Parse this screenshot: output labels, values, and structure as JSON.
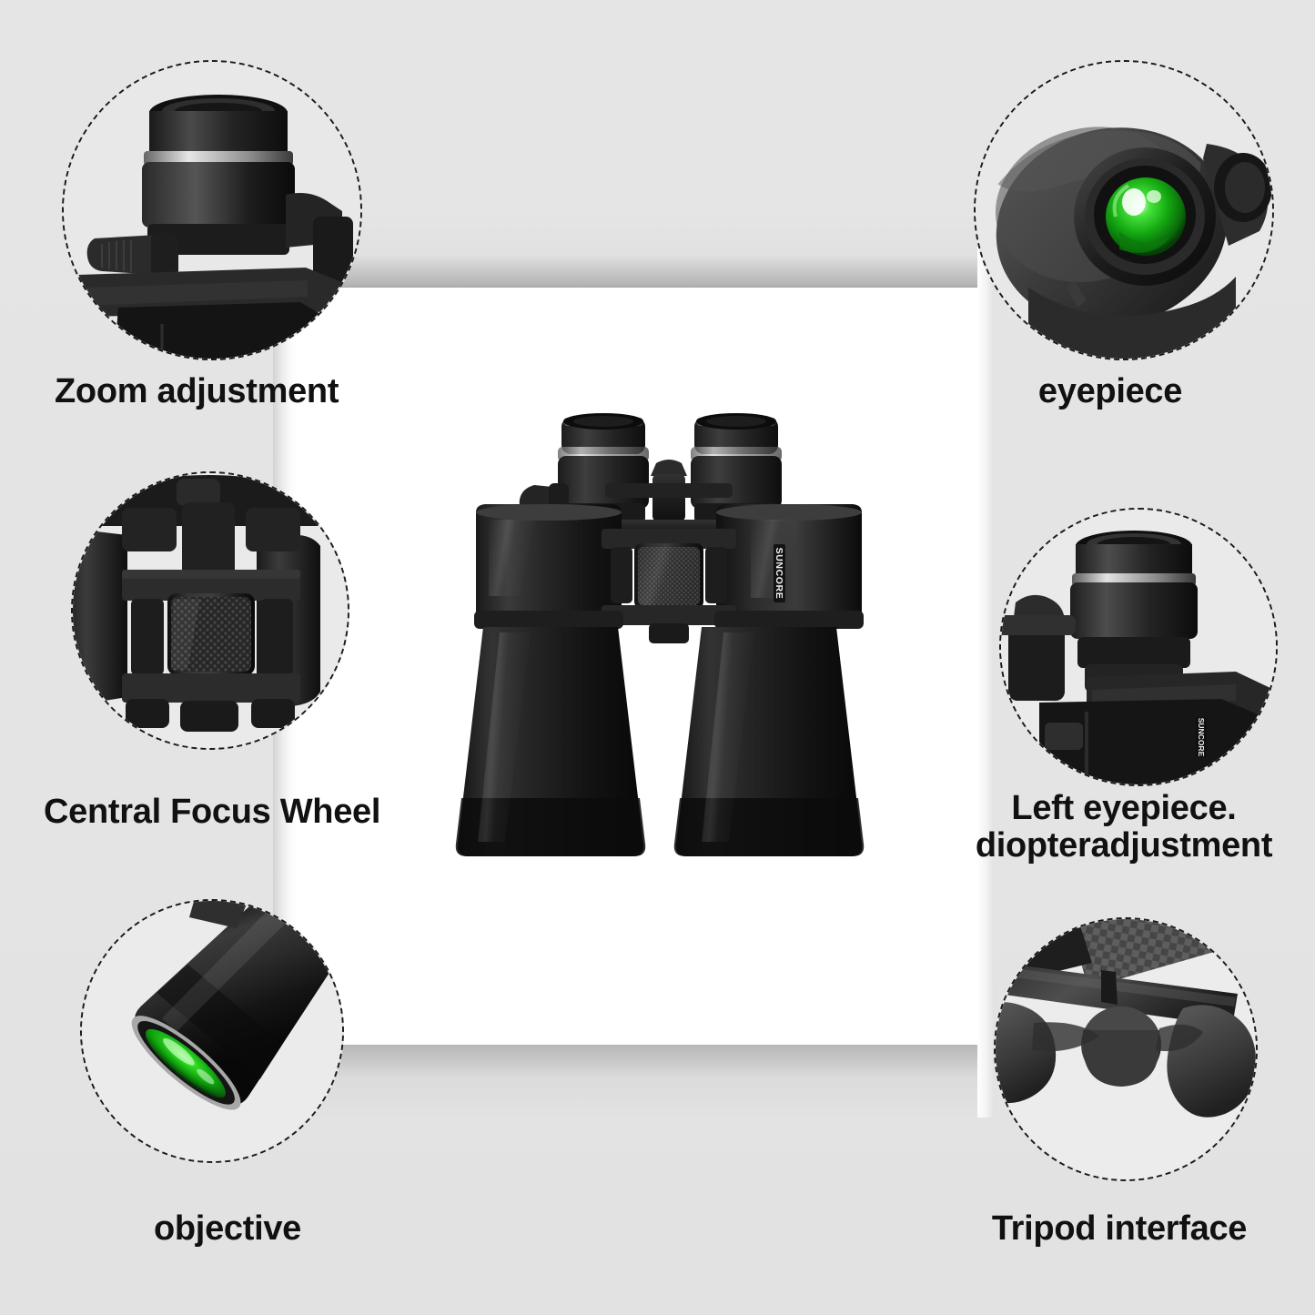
{
  "page": {
    "type": "product-feature-infographic",
    "product": "binoculars",
    "background_color": "#e4e4e4",
    "panel_color": "#ffffff"
  },
  "product": {
    "brand_text": "SUNCORE",
    "body_color": "#1b1b1b",
    "lens_coating_color": "#18c814"
  },
  "callouts": [
    {
      "id": "zoom-adjustment",
      "label": "Zoom adjustment",
      "detail": "eyepiece barrel with zoom lever and tripod bracket",
      "position": "top-left"
    },
    {
      "id": "eyepiece",
      "label": "eyepiece",
      "detail": "eyecup with bright green coated ocular lens",
      "position": "top-right"
    },
    {
      "id": "central-focus-wheel",
      "label": "Central Focus Wheel",
      "detail": "knurled center focus wheel between the barrels",
      "position": "middle-left"
    },
    {
      "id": "left-eyepiece-diopter",
      "label": "Left eyepiece.\ndiopteradjustment",
      "detail": "left eyepiece with diopter adjustment ring",
      "position": "middle-right"
    },
    {
      "id": "objective",
      "label": "objective",
      "detail": "objective barrel with green coated front lens",
      "position": "bottom-left"
    },
    {
      "id": "tripod-interface",
      "label": "Tripod interface",
      "detail": "underside tripod mounting interface",
      "position": "bottom-right"
    }
  ]
}
